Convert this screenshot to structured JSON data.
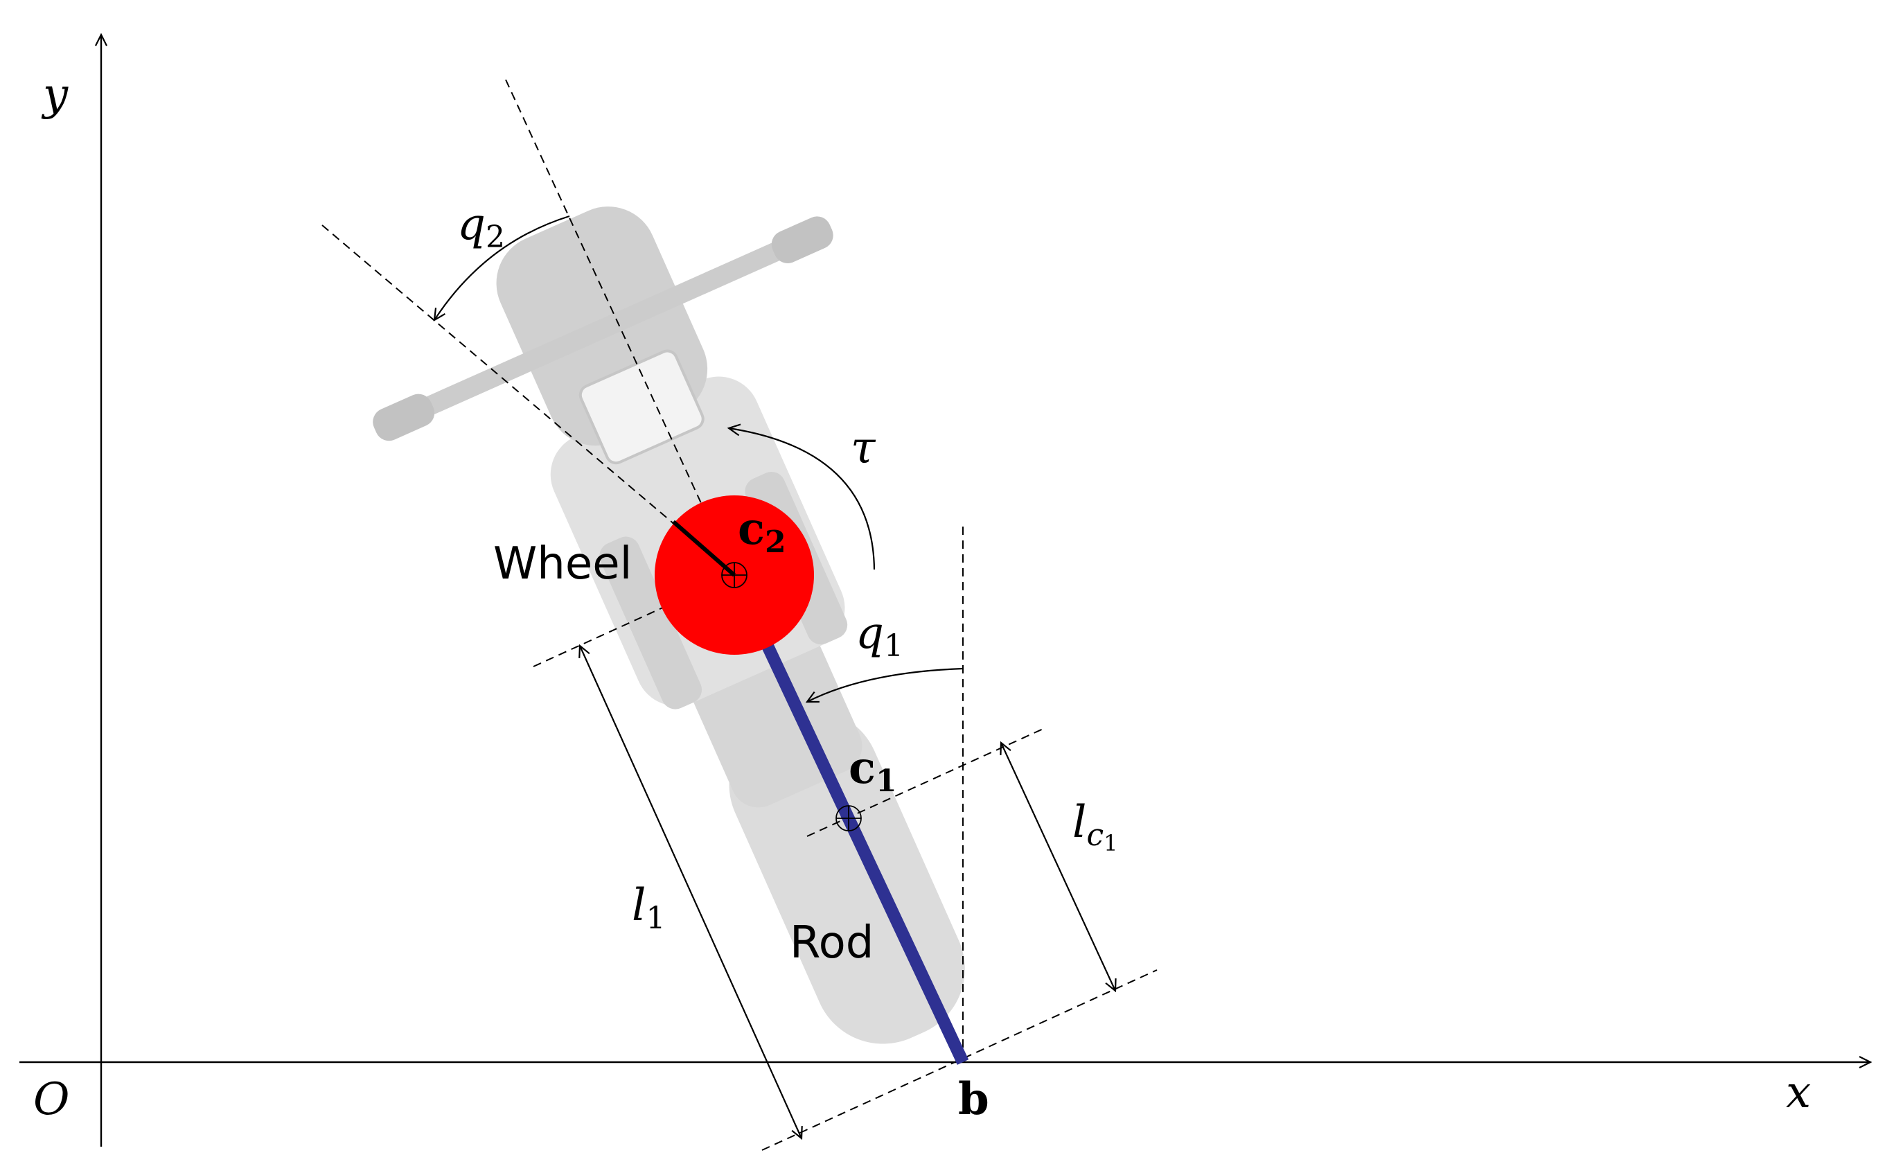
{
  "axes": {
    "x_label": "x",
    "y_label": "y",
    "origin_label": "O"
  },
  "labels": {
    "q2": {
      "base": "q",
      "sub": "2"
    },
    "q1": {
      "base": "q",
      "sub": "1"
    },
    "tau": "τ",
    "c2": {
      "base": "c",
      "sub": "2"
    },
    "c1": {
      "base": "c",
      "sub": "1"
    },
    "wheel": "Wheel",
    "rod": "Rod",
    "l1": {
      "base": "l",
      "sub": "1"
    },
    "lc1": {
      "base": "l",
      "sub": "c",
      "subsub": "1"
    },
    "b": "b"
  },
  "colors": {
    "wheel": "#ff0000",
    "rod": "#2e3192",
    "motorcycle_photo": "#d9d9d9",
    "lines": "#000000"
  }
}
